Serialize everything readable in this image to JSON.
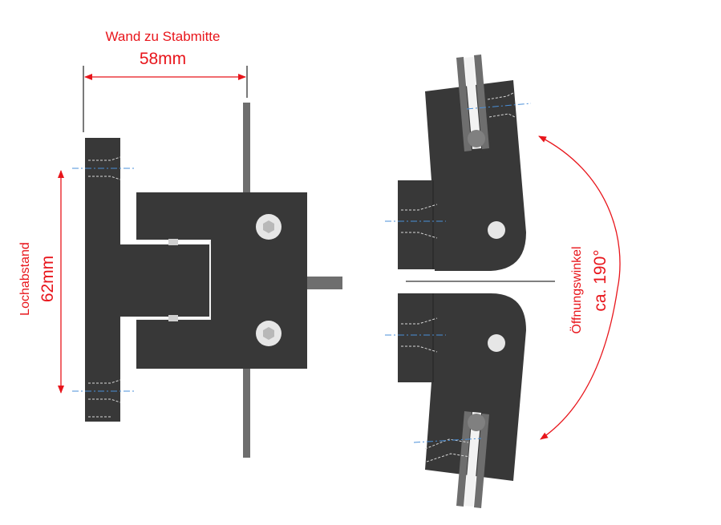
{
  "dimensions": {
    "wall_to_rod_center_label": "Wand zu Stabmitte",
    "wall_to_rod_center_value": "58mm",
    "hole_spacing_label": "Lochabstand",
    "hole_spacing_value": "62mm"
  },
  "opening": {
    "label": "Öffnungswinkel",
    "value": "ca. 190°"
  },
  "colors": {
    "part": "#383838",
    "rod": "#6e6e6e",
    "annotation": "#e8151b",
    "screw_axis": "#4a8fd8",
    "hidden_line": "#cfcfcf",
    "hole": "#e6e6e6"
  }
}
